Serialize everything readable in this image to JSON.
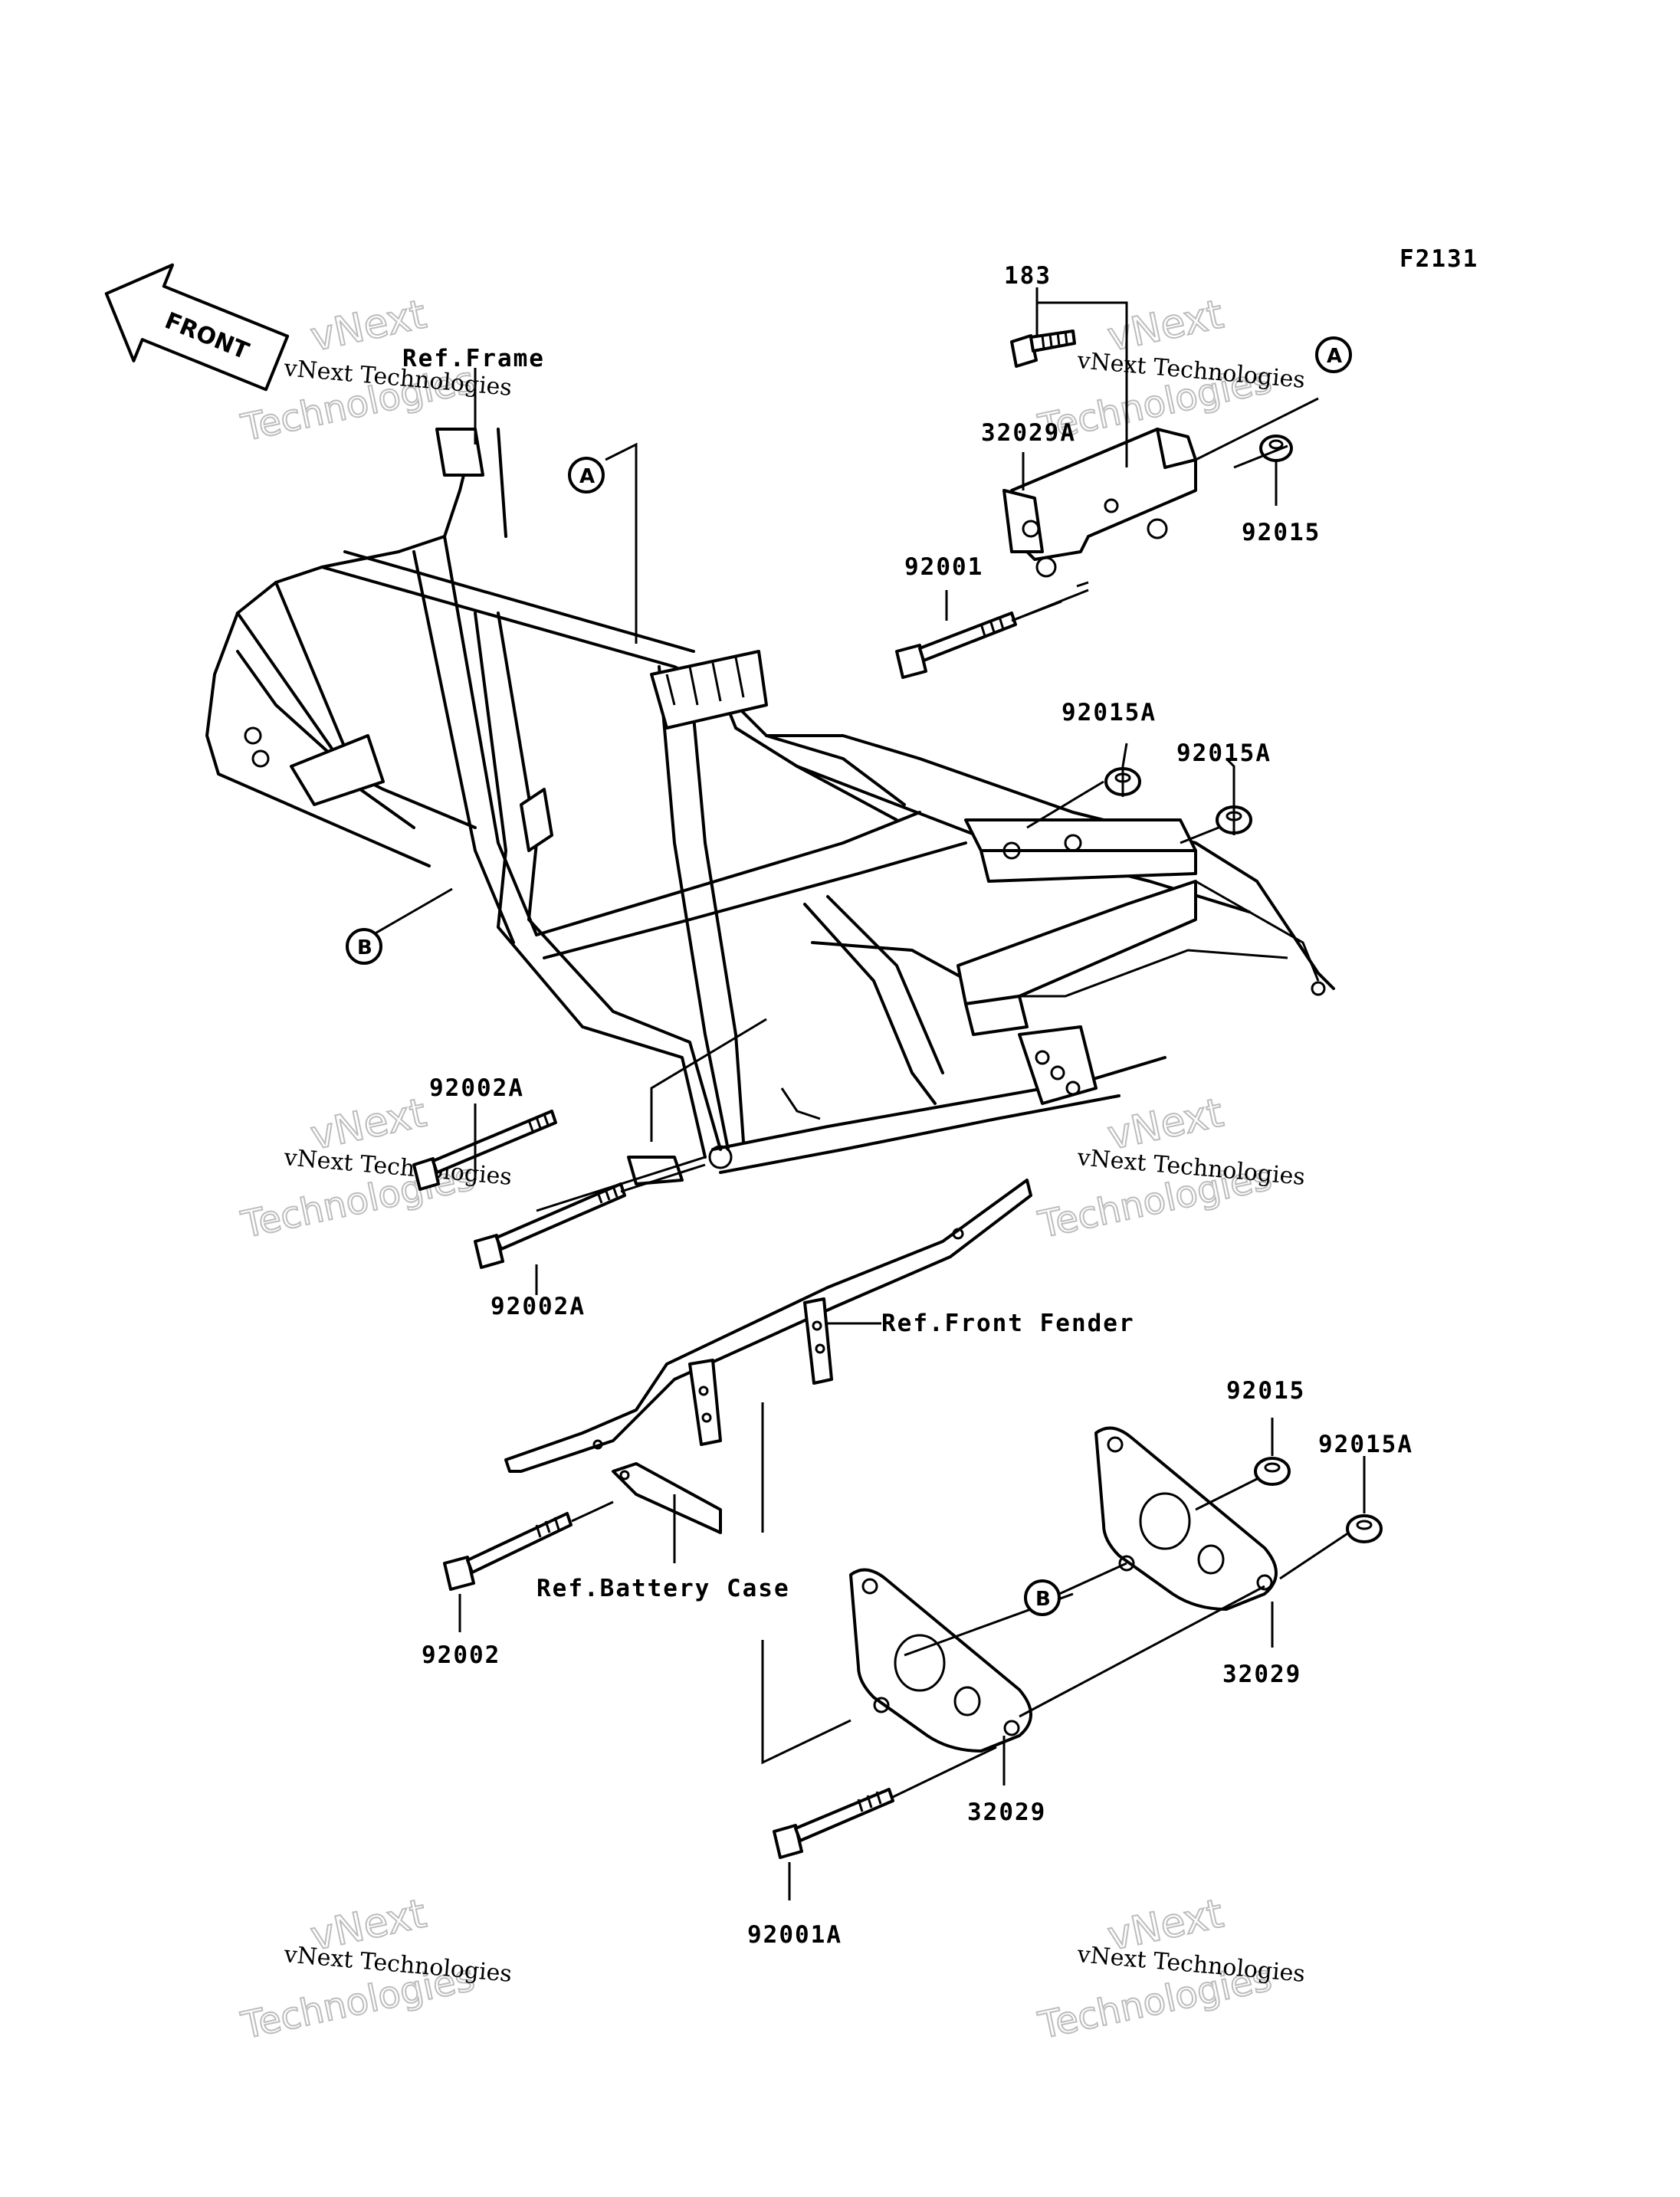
{
  "diagram_code": "F2131",
  "front_arrow": "FRONT",
  "refs": {
    "frame": "Ref.Frame",
    "front_fender": "Ref.Front Fender",
    "battery_case": "Ref.Battery Case"
  },
  "callouts": {
    "a": "A",
    "b": "B"
  },
  "parts": {
    "p183": "183",
    "p32029A": "32029A",
    "p92001": "92001",
    "p92015_top": "92015",
    "p92015A_1": "92015A",
    "p92015A_2": "92015A",
    "p92002A_1": "92002A",
    "p92002A_2": "92002A",
    "p92015_bottom": "92015",
    "p92015A_3": "92015A",
    "p92002": "92002",
    "p32029_right": "32029",
    "p32029_left": "32029",
    "p92001A": "92001A"
  },
  "watermark": {
    "line1": "vNext Technologies",
    "line2": "Technologies",
    "line3": "vNext"
  }
}
